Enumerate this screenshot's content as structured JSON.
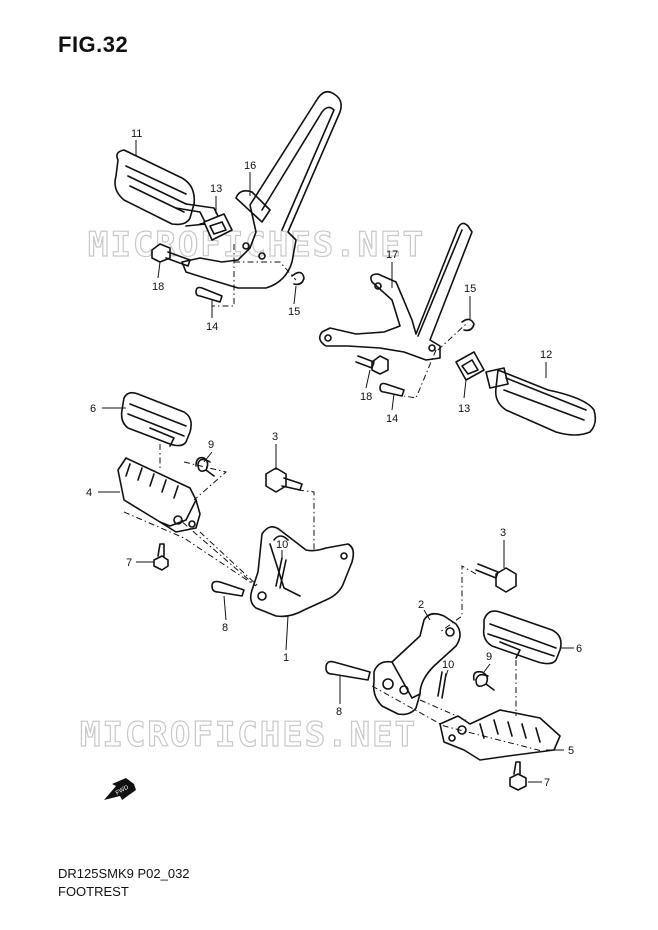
{
  "figure": {
    "title": "FIG.32",
    "code": "DR125SMK9 P02_032",
    "name": "FOOTREST"
  },
  "watermark": "MICROFICHES.NET",
  "fwd_label": "FWD",
  "callouts": {
    "c1": "1",
    "c2": "2",
    "c3a": "3",
    "c3b": "3",
    "c4": "4",
    "c5": "5",
    "c6a": "6",
    "c6b": "6",
    "c7a": "7",
    "c7b": "7",
    "c8a": "8",
    "c8b": "8",
    "c9a": "9",
    "c9b": "9",
    "c10a": "10",
    "c10b": "10",
    "c11": "11",
    "c12": "12",
    "c13a": "13",
    "c13b": "13",
    "c14a": "14",
    "c14b": "14",
    "c15a": "15",
    "c15b": "15",
    "c16": "16",
    "c17": "17",
    "c18a": "18",
    "c18b": "18"
  }
}
